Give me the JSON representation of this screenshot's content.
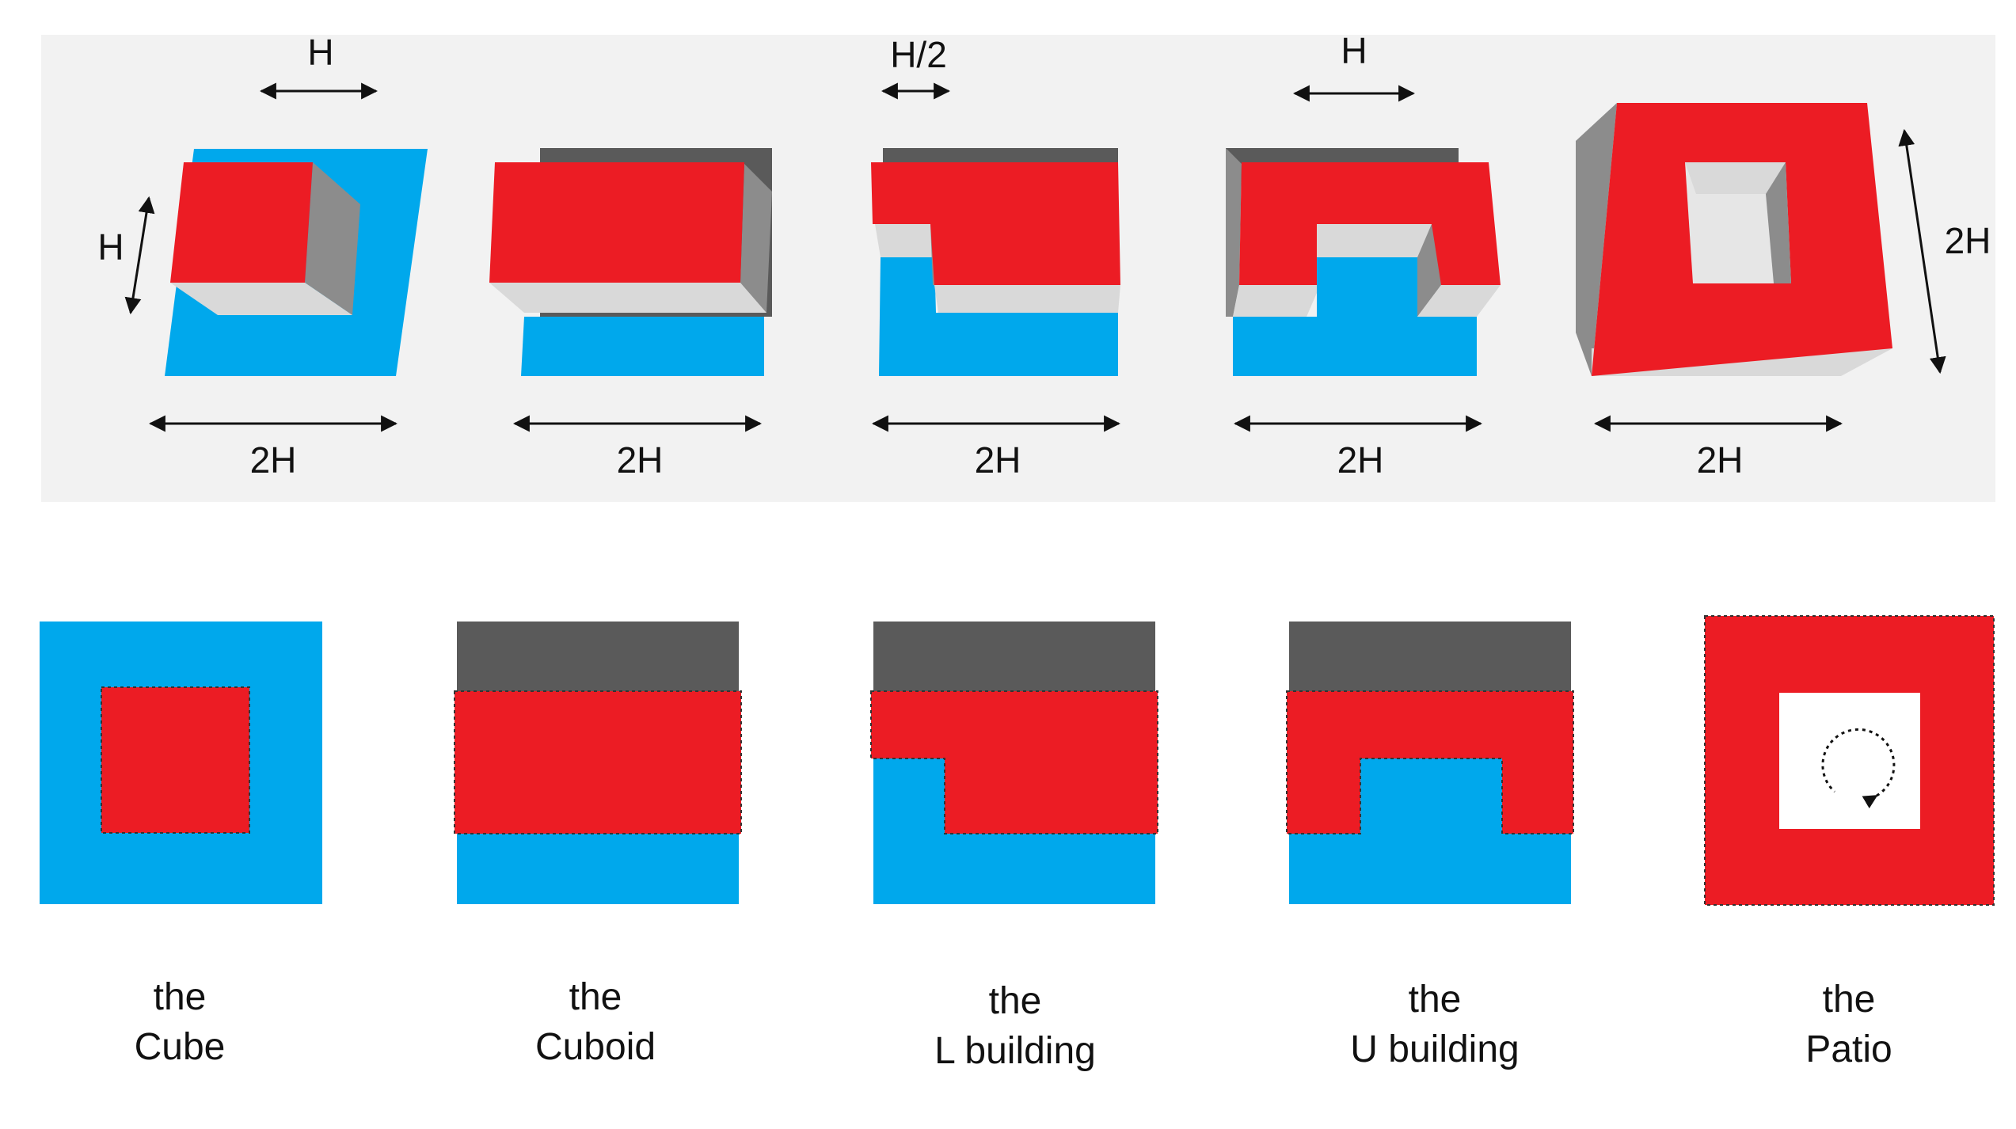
{
  "colors": {
    "roof_red": "#ec1c24",
    "ground_blue": "#00a8ec",
    "wall_dark": "#5a5a5a",
    "wall_gray": "#8c8c8c",
    "wall_light": "#d9d9d9",
    "panel_bg": "#f2f2f2"
  },
  "dimensions": {
    "cube": {
      "top": "H",
      "side": "H",
      "bottom": "2H"
    },
    "cuboid": {
      "bottom": "2H"
    },
    "l_building": {
      "top": "H/2",
      "bottom": "2H"
    },
    "u_building": {
      "top": "H",
      "bottom": "2H"
    },
    "patio": {
      "side": "2H",
      "bottom": "2H"
    }
  },
  "buildings": [
    {
      "article": "the",
      "name": "Cube"
    },
    {
      "article": "the",
      "name": "Cuboid"
    },
    {
      "article": "the",
      "name": "L building"
    },
    {
      "article": "the",
      "name": "U building"
    },
    {
      "article": "the",
      "name": "Patio"
    }
  ]
}
